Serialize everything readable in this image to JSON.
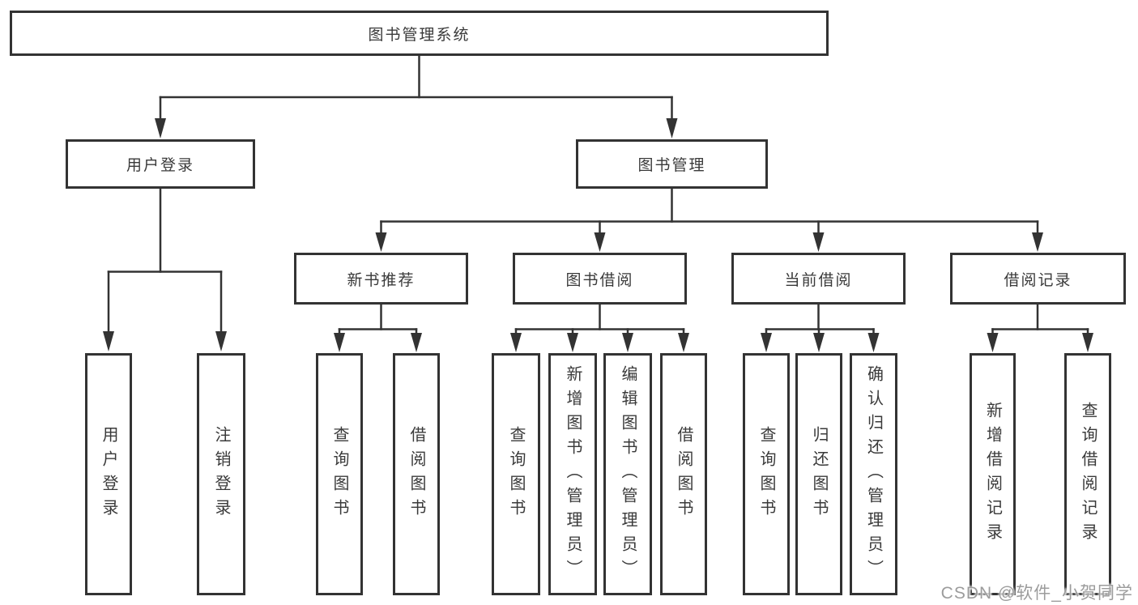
{
  "diagram": {
    "tree": {
      "label": "图书管理系统",
      "children": [
        {
          "label": "用户登录",
          "children": [
            {
              "label": "用户登录"
            },
            {
              "label": "注销登录"
            }
          ]
        },
        {
          "label": "图书管理",
          "children": [
            {
              "label": "新书推荐",
              "children": [
                {
                  "label": "查询图书"
                },
                {
                  "label": "借阅图书"
                }
              ]
            },
            {
              "label": "图书借阅",
              "children": [
                {
                  "label": "查询图书"
                },
                {
                  "label": "新增图书（管理员）"
                },
                {
                  "label": "编辑图书（管理员）"
                },
                {
                  "label": "借阅图书"
                }
              ]
            },
            {
              "label": "当前借阅",
              "children": [
                {
                  "label": "查询图书"
                },
                {
                  "label": "归还图书"
                },
                {
                  "label": "确认归还（管理员）"
                }
              ]
            },
            {
              "label": "借阅记录",
              "children": [
                {
                  "label": "新增借阅记录"
                },
                {
                  "label": "查询借阅记录"
                }
              ]
            }
          ]
        }
      ]
    }
  },
  "watermark": {
    "text": "CSDN @软件_小贺同学"
  },
  "colors": {
    "line": "#333333",
    "text": "#3a3a3a",
    "background": "#ffffff",
    "watermark": "#9c9c9c"
  }
}
